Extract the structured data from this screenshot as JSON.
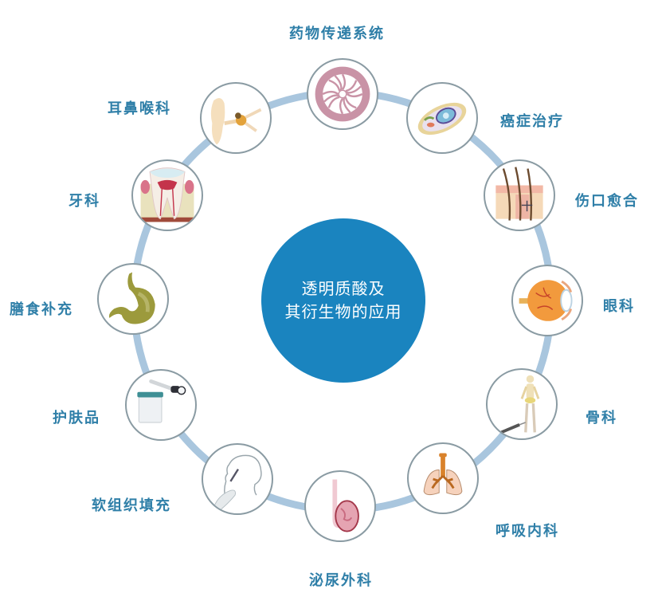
{
  "center": {
    "line1": "透明质酸及",
    "line2": "其衍生物的应用",
    "color": "#1a84bf"
  },
  "ring_color": "#a9c6de",
  "label_color": "#2f7fa8",
  "applications": [
    {
      "label": "药物传递系统",
      "icon": "liposome-micelle-icon"
    },
    {
      "label": "癌症治疗",
      "icon": "cancer-cell-icon"
    },
    {
      "label": "伤口愈合",
      "icon": "skin-cross-section-icon"
    },
    {
      "label": "眼科",
      "icon": "eyeball-icon"
    },
    {
      "label": "骨科",
      "icon": "skeleton-syringe-icon"
    },
    {
      "label": "呼吸内科",
      "icon": "lungs-icon"
    },
    {
      "label": "泌尿外科",
      "icon": "testis-icon"
    },
    {
      "label": "软组织填充",
      "icon": "face-injection-icon"
    },
    {
      "label": "护肤品",
      "icon": "cosmetic-jar-dropper-icon"
    },
    {
      "label": "膳食补充",
      "icon": "stomach-icon"
    },
    {
      "label": "牙科",
      "icon": "tooth-cross-section-icon"
    },
    {
      "label": "耳鼻喉科",
      "icon": "ear-anatomy-icon"
    }
  ]
}
